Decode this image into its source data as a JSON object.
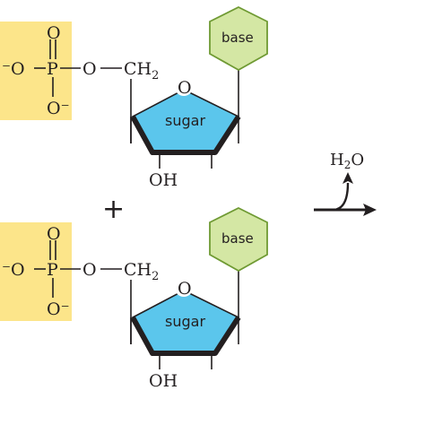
{
  "nucleotides": [
    {
      "phosphate": {
        "top_oxygen": "O",
        "left_oxygen": "⁻O",
        "phosphorus": "P",
        "bridge_oxygen": "O",
        "bottom_oxygen": "O⁻",
        "carbon": "CH",
        "carbon_subscript": "2"
      },
      "sugar": {
        "label": "sugar",
        "ring_oxygen": "O",
        "hydroxyl": "OH"
      },
      "base": {
        "label": "base"
      }
    },
    {
      "phosphate": {
        "top_oxygen": "O",
        "left_oxygen": "⁻O",
        "phosphorus": "P",
        "bridge_oxygen": "O",
        "bottom_oxygen": "O⁻",
        "carbon": "CH",
        "carbon_subscript": "2"
      },
      "sugar": {
        "label": "sugar",
        "ring_oxygen": "O",
        "hydroxyl": "OH"
      },
      "base": {
        "label": "base"
      }
    }
  ],
  "plus_sign": "+",
  "byproduct": {
    "molecule": "H",
    "subscript": "2",
    "atom": "O"
  },
  "colors": {
    "phosphate_fill": "#fce58a",
    "sugar_fill": "#5bc6ec",
    "base_fill": "#d4e7a4",
    "base_stroke": "#6f9a33",
    "ink": "#231f20"
  }
}
